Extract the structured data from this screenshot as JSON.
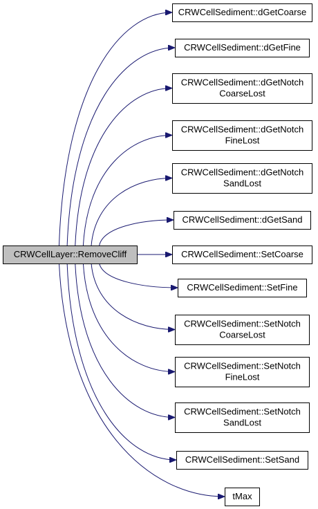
{
  "diagram": {
    "type": "call-graph",
    "source": {
      "lines": [
        "CRWCellLayer::RemoveCliff"
      ]
    },
    "targets": [
      {
        "lines": [
          "CRWCellSediment::dGetCoarse"
        ]
      },
      {
        "lines": [
          "CRWCellSediment::dGetFine"
        ]
      },
      {
        "lines": [
          "CRWCellSediment::dGetNotch",
          "CoarseLost"
        ]
      },
      {
        "lines": [
          "CRWCellSediment::dGetNotch",
          "FineLost"
        ]
      },
      {
        "lines": [
          "CRWCellSediment::dGetNotch",
          "SandLost"
        ]
      },
      {
        "lines": [
          "CRWCellSediment::dGetSand"
        ]
      },
      {
        "lines": [
          "CRWCellSediment::SetCoarse"
        ]
      },
      {
        "lines": [
          "CRWCellSediment::SetFine"
        ]
      },
      {
        "lines": [
          "CRWCellSediment::SetNotch",
          "CoarseLost"
        ]
      },
      {
        "lines": [
          "CRWCellSediment::SetNotch",
          "FineLost"
        ]
      },
      {
        "lines": [
          "CRWCellSediment::SetNotch",
          "SandLost"
        ]
      },
      {
        "lines": [
          "CRWCellSediment::SetSand"
        ]
      },
      {
        "lines": [
          "tMax"
        ]
      }
    ],
    "colors": {
      "edge": "#191970",
      "source_fill": "#bfbfbf",
      "target_fill": "#ffffff",
      "border": "#000000"
    }
  }
}
